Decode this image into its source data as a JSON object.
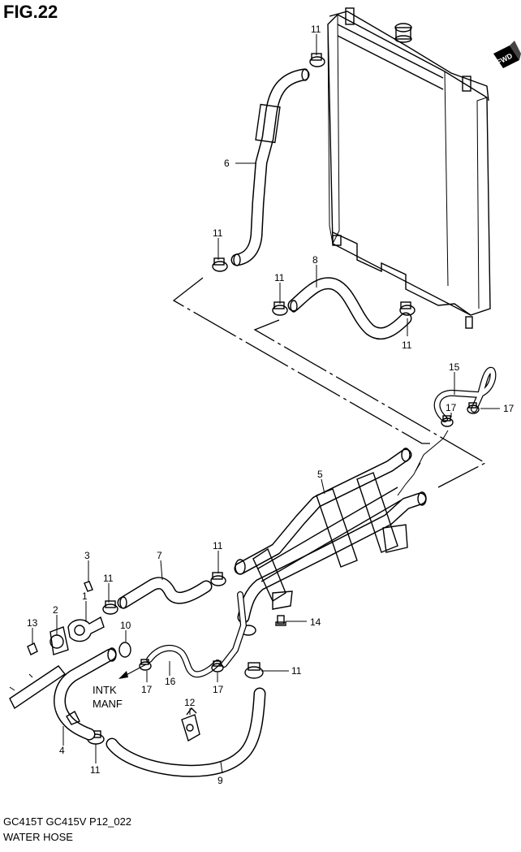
{
  "figure": {
    "title": "FIG.22"
  },
  "footer": {
    "model_code": "GC415T GC415V P12_022",
    "name": "WATER HOSE"
  },
  "fwd_badge": "FWD",
  "annotation": {
    "line1": "INTK",
    "line2": "MANF"
  },
  "callouts": [
    "11",
    "6",
    "11",
    "8",
    "11",
    "11",
    "15",
    "17",
    "17",
    "5",
    "3",
    "7",
    "11",
    "2",
    "1",
    "11",
    "13",
    "10",
    "14",
    "11",
    "17",
    "16",
    "17",
    "12",
    "4",
    "11",
    "9"
  ]
}
